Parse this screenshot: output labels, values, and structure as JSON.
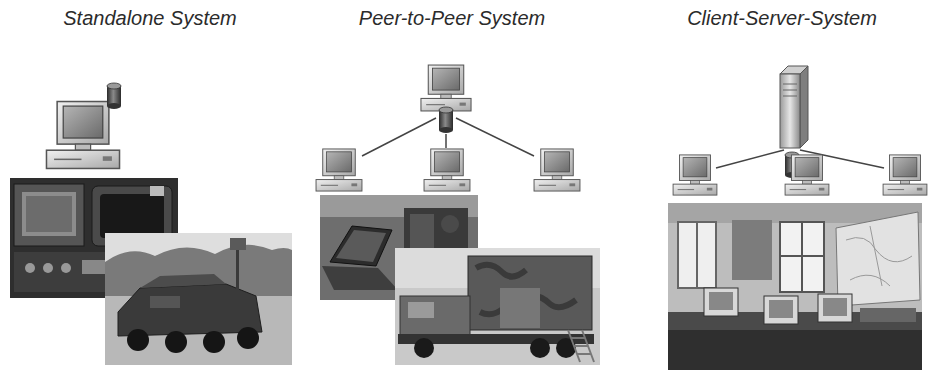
{
  "diagram": {
    "labels": [
      "Standalone System",
      "Peer-to-Peer System",
      "Client-Server-System"
    ]
  }
}
